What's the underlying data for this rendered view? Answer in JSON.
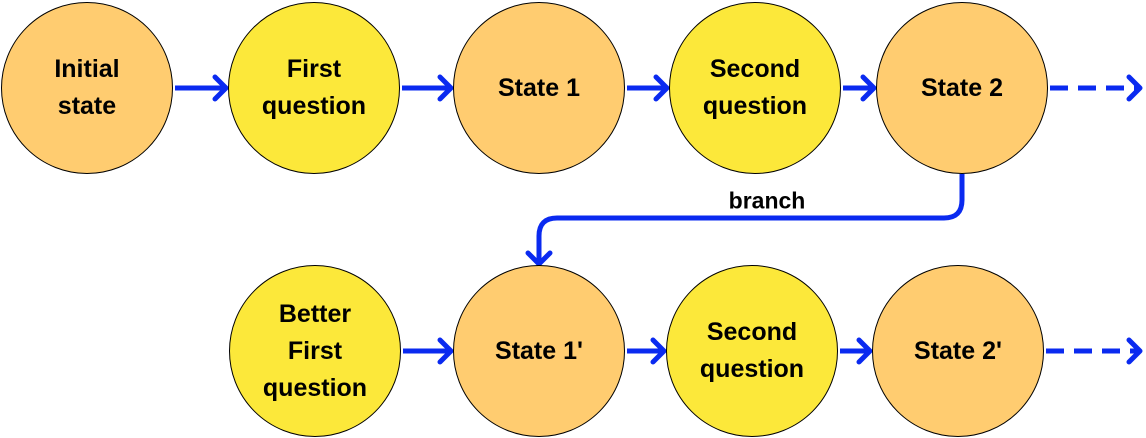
{
  "colors": {
    "state": "#FFCC70",
    "question": "#FCE83A",
    "arrow": "#0A2AF0",
    "outline": "#000000"
  },
  "nodes": [
    {
      "id": "initial_state",
      "label": "Initial\nstate",
      "kind": "state"
    },
    {
      "id": "first_question",
      "label": "First\nquestion",
      "kind": "question"
    },
    {
      "id": "state_1",
      "label": "State 1",
      "kind": "state"
    },
    {
      "id": "second_question_top",
      "label": "Second\nquestion",
      "kind": "question"
    },
    {
      "id": "state_2",
      "label": "State 2",
      "kind": "state"
    },
    {
      "id": "better_first_question",
      "label": "Better\nFirst\nquestion",
      "kind": "question"
    },
    {
      "id": "state_1_prime",
      "label": "State 1'",
      "kind": "state"
    },
    {
      "id": "second_question_bottom",
      "label": "Second\nquestion",
      "kind": "question"
    },
    {
      "id": "state_2_prime",
      "label": "State 2'",
      "kind": "state"
    }
  ],
  "edges": [
    {
      "from": "initial_state",
      "to": "first_question",
      "style": "solid"
    },
    {
      "from": "first_question",
      "to": "state_1",
      "style": "solid"
    },
    {
      "from": "state_1",
      "to": "second_question_top",
      "style": "solid"
    },
    {
      "from": "second_question_top",
      "to": "state_2",
      "style": "solid"
    },
    {
      "from": "state_2",
      "to": "continuation",
      "style": "dashed"
    },
    {
      "from": "state_2",
      "to": "state_1_prime",
      "style": "curved",
      "label": "branch"
    },
    {
      "from": "better_first_question",
      "to": "state_1_prime",
      "style": "solid"
    },
    {
      "from": "state_1_prime",
      "to": "second_question_bottom",
      "style": "solid"
    },
    {
      "from": "second_question_bottom",
      "to": "state_2_prime",
      "style": "solid"
    },
    {
      "from": "state_2_prime",
      "to": "continuation",
      "style": "dashed"
    }
  ],
  "branch_label": "branch"
}
